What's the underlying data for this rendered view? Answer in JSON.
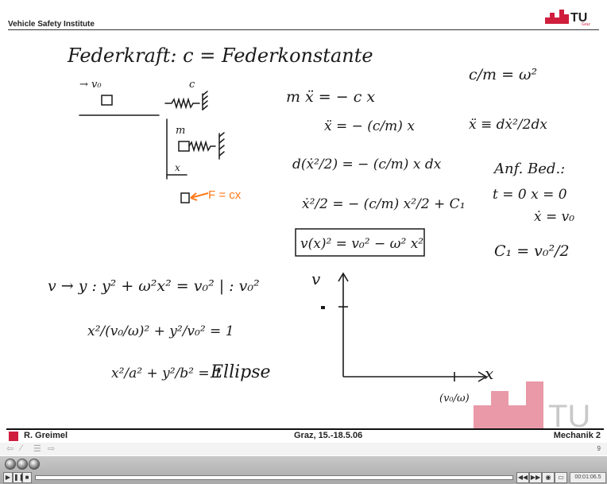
{
  "header": {
    "institute": "Vehicle Safety Institute",
    "logo_text": "TU",
    "logo_sub": "Graz"
  },
  "slide": {
    "line1": "Federkraft: c = Federkonstante",
    "lbl_v0": "→ v₀",
    "lbl_c": "c",
    "lbl_m": "m",
    "lbl_x": "x",
    "force": "F = cx",
    "eq1": "m ẍ = − c x",
    "eq2": "ẍ = − (c/m) x",
    "eq3": "d(ẋ²/2) = − (c/m) x dx",
    "eq4": "ẋ²/2 = − (c/m) x²/2 + C₁",
    "eq5": "v(x)² = v₀² − ω² x²",
    "omega": "c/m = ω²",
    "xdd": "ẍ ≡ dẋ²/2dx",
    "anf": "Anf. Bed.:",
    "cond1": "t = 0   x = 0",
    "cond2": "ẋ = v₀",
    "c1": "C₁ = v₀²/2",
    "vy": "v → y :  y² + ω²x² = v₀²  | : v₀²",
    "ell1": "x²/(v₀/ω)² + y²/v₀² = 1",
    "ell2": "x²/a² + y²/b² = 1",
    "ellipse": "Ellipse",
    "axis_v": "v",
    "axis_x": "x",
    "tick": "(v₀/ω)"
  },
  "footer": {
    "author": "R. Greimel",
    "place": "Graz, 15.-18.5.06",
    "course": "Mechanik 2"
  },
  "nav": {
    "page": "9"
  },
  "player": {
    "time": "00:01:06.5"
  },
  "colors": {
    "tu_red": "#cf1f3d",
    "ink": "#1a1a1a",
    "accent": "#ff7a1a"
  }
}
